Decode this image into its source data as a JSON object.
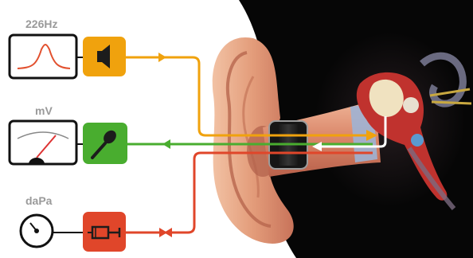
{
  "labels": {
    "frequency": "226Hz",
    "voltage": "mV",
    "pressure": "daPa"
  },
  "colors": {
    "probe_tone": "#f0a20d",
    "microphone": "#49ad2f",
    "pressure": "#e0462a",
    "return_signal": "#ffffff",
    "background": "#060606",
    "skin": "#e6a07e"
  },
  "icons": {
    "speaker": "speaker-icon",
    "microphone": "microphone-icon",
    "pump": "syringe-pump-icon",
    "signal_generator": "resonance-curve-icon",
    "voltmeter": "analog-meter-icon",
    "manometer": "pressure-gauge-icon"
  }
}
